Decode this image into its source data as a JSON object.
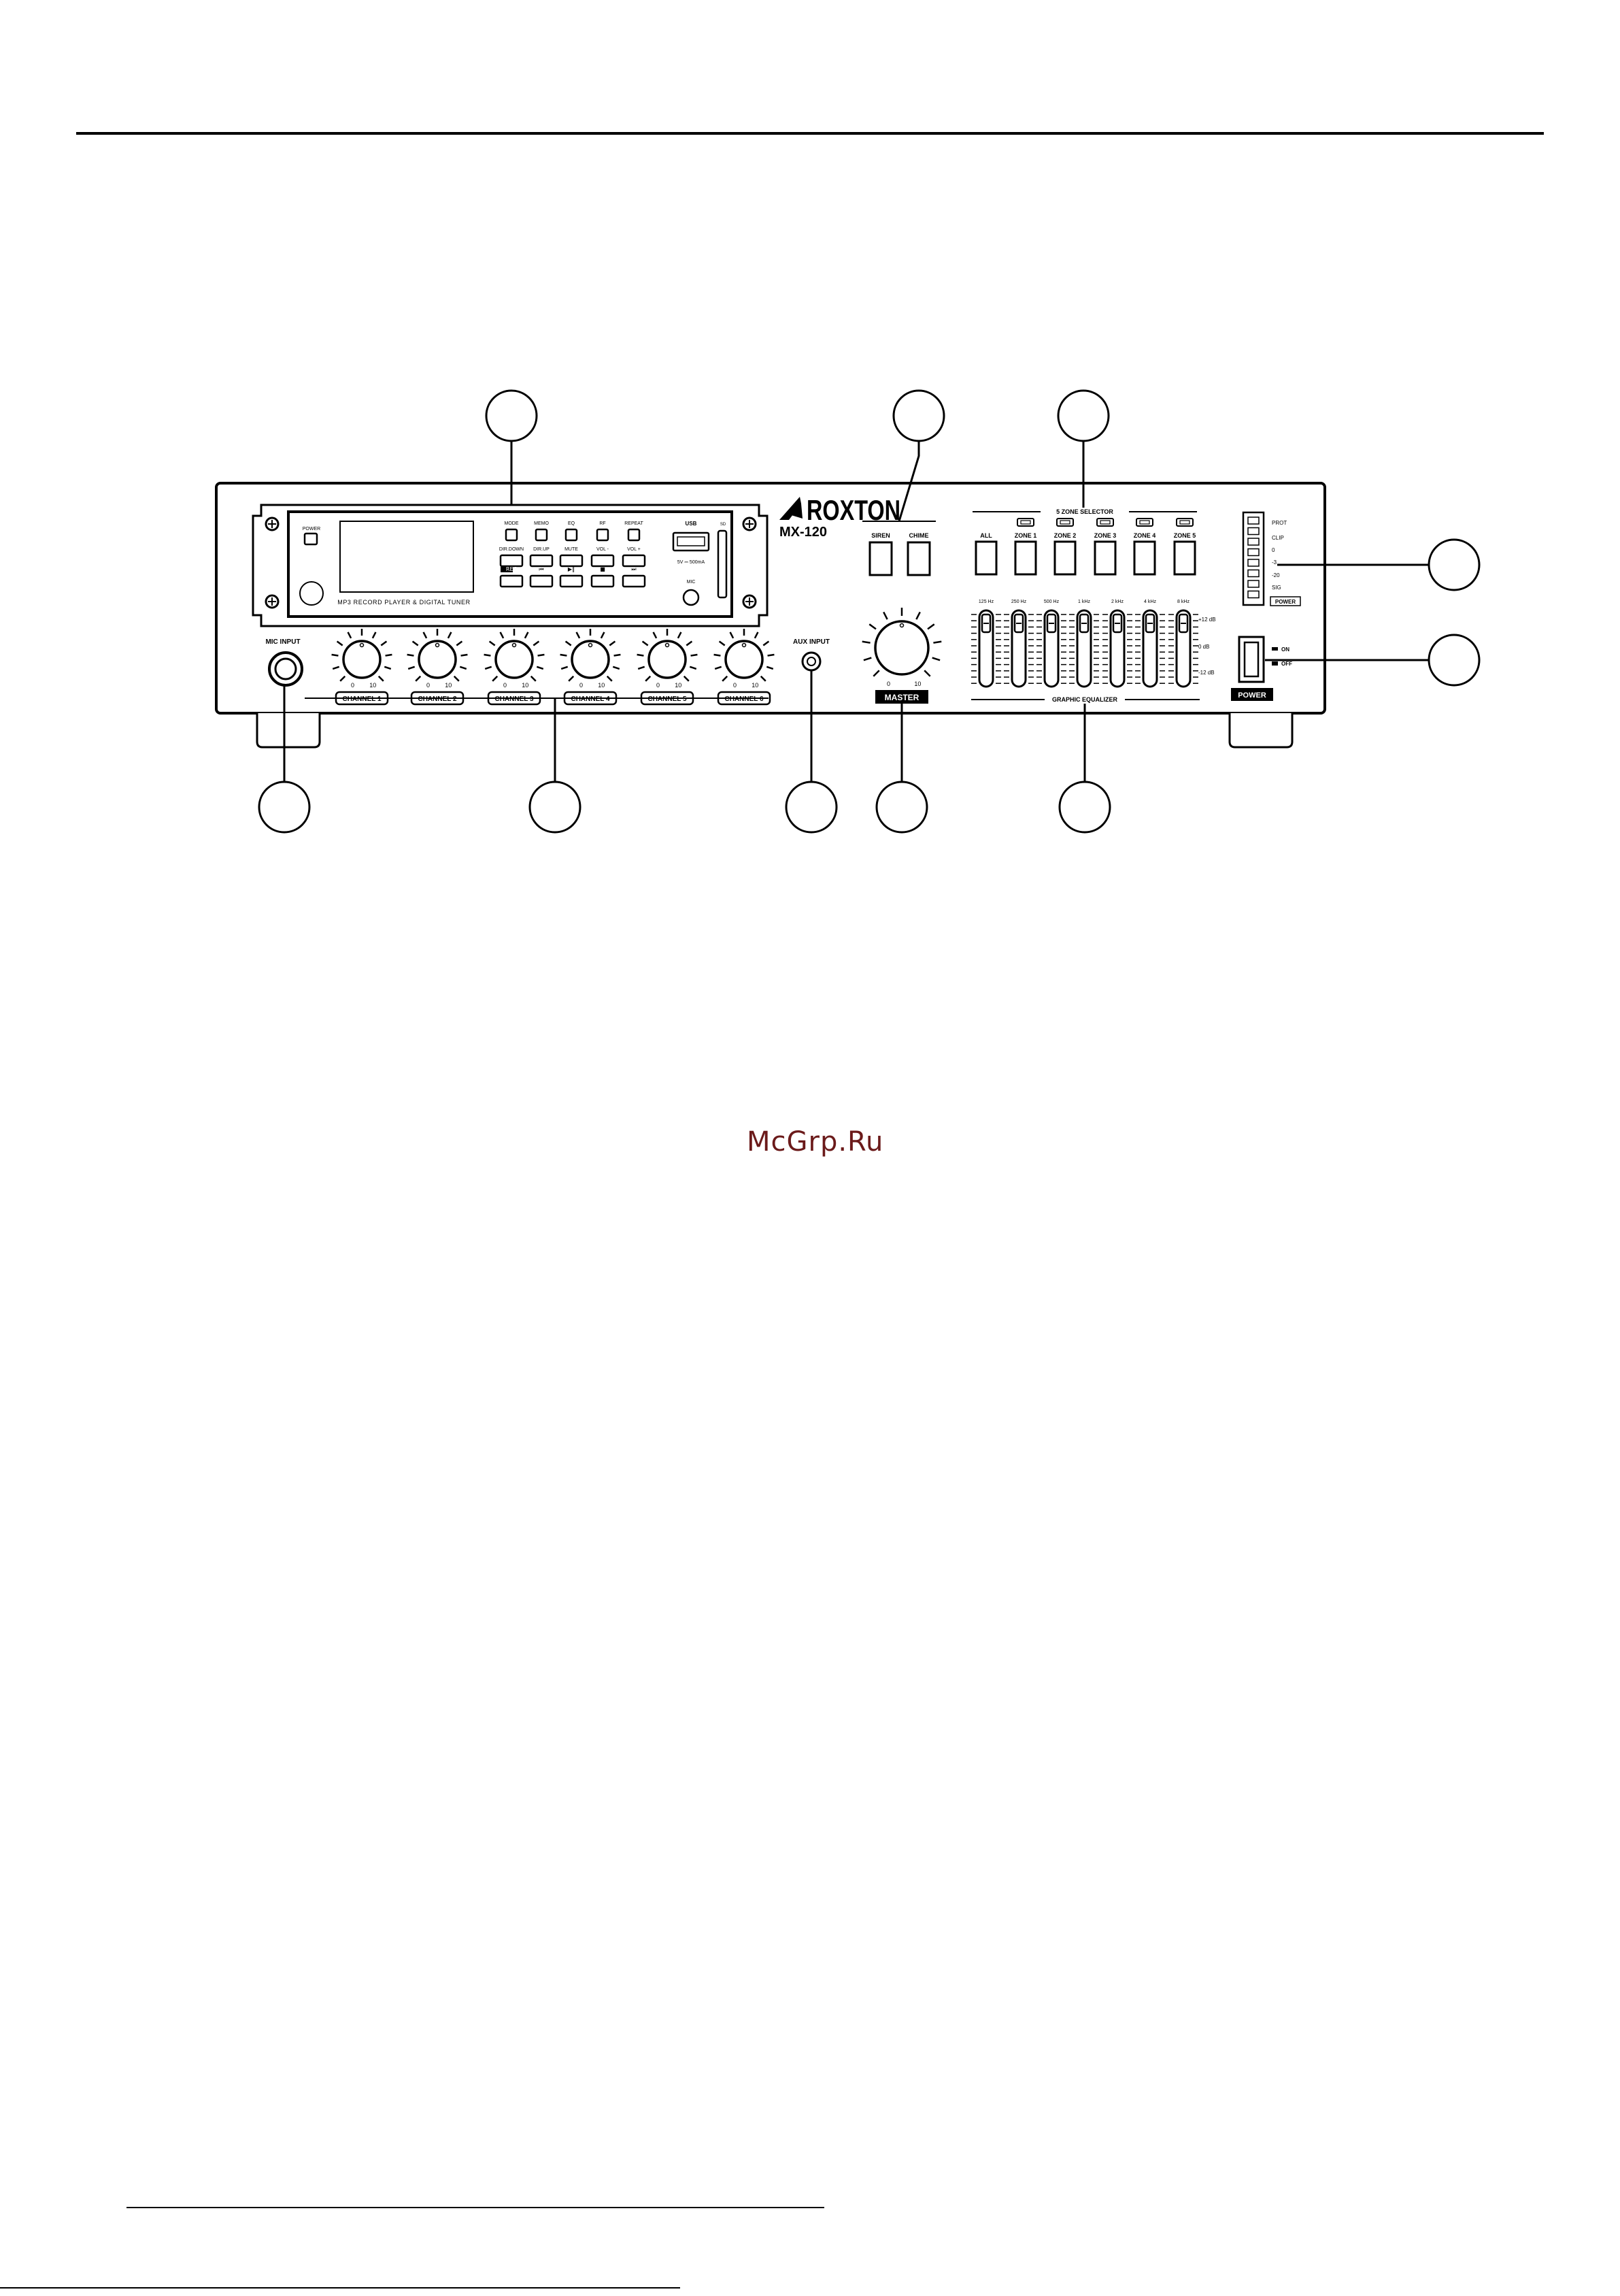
{
  "device": {
    "brand": "ROXTON",
    "model": "MX-120",
    "player": {
      "power_label": "POWER",
      "caption": "MP3 RECORD PLAYER & DIGITAL TUNER",
      "row1": [
        "MODE",
        "MEMO",
        "EQ",
        "RF",
        "REPEAT"
      ],
      "row2": [
        "DIR.DOWN",
        "DIR.UP",
        "MUTE",
        "VOL -",
        "VOL +"
      ],
      "row3": [
        "REC",
        "⏮",
        "▶‖",
        "■",
        "⏭"
      ],
      "usb_label": "USB",
      "usb_spec": "5V ⎓ 500mA",
      "mic_label": "MIC",
      "sd_label": "SD"
    },
    "mic_input": "MIC INPUT",
    "aux_input": "AUX INPUT",
    "channels": [
      "CHANNEL 1",
      "CHANNEL 2",
      "CHANNEL 3",
      "CHANNEL 4",
      "CHANNEL 5",
      "CHANNEL 6"
    ],
    "knob_scale": {
      "min": "0",
      "max": "10"
    },
    "signals": [
      "SIREN",
      "CHIME"
    ],
    "master": "MASTER",
    "zone_selector": {
      "title": "5 ZONE SELECTOR",
      "zones": [
        "ALL",
        "ZONE 1",
        "ZONE 2",
        "ZONE 3",
        "ZONE 4",
        "ZONE 5"
      ]
    },
    "equalizer": {
      "title": "GRAPHIC EQUALIZER",
      "bands": [
        "125 Hz",
        "250 Hz",
        "500 Hz",
        "1 kHz",
        "2 kHz",
        "4 kHz",
        "8 kHz"
      ],
      "scale": [
        "+12 dB",
        "0 dB",
        "-12 dB"
      ]
    },
    "meter": [
      "PROT",
      "CLIP",
      "0",
      "-3",
      "-20",
      "SIG"
    ],
    "meter_power": "POWER",
    "switch": {
      "on": "ON",
      "off": "OFF",
      "label": "POWER"
    }
  },
  "watermark": "McGrp.Ru"
}
